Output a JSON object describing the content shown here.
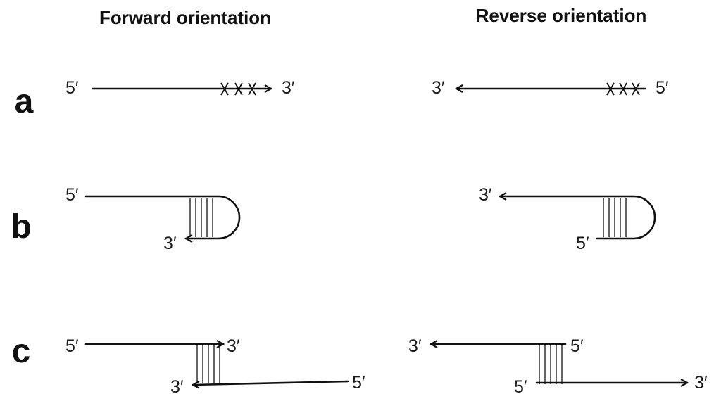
{
  "headers": {
    "forward": "Forward orientation",
    "reverse": "Reverse orientation"
  },
  "rows": {
    "a": "a",
    "b": "b",
    "c": "c"
  },
  "ends": {
    "five": "5′",
    "three": "3′"
  }
}
